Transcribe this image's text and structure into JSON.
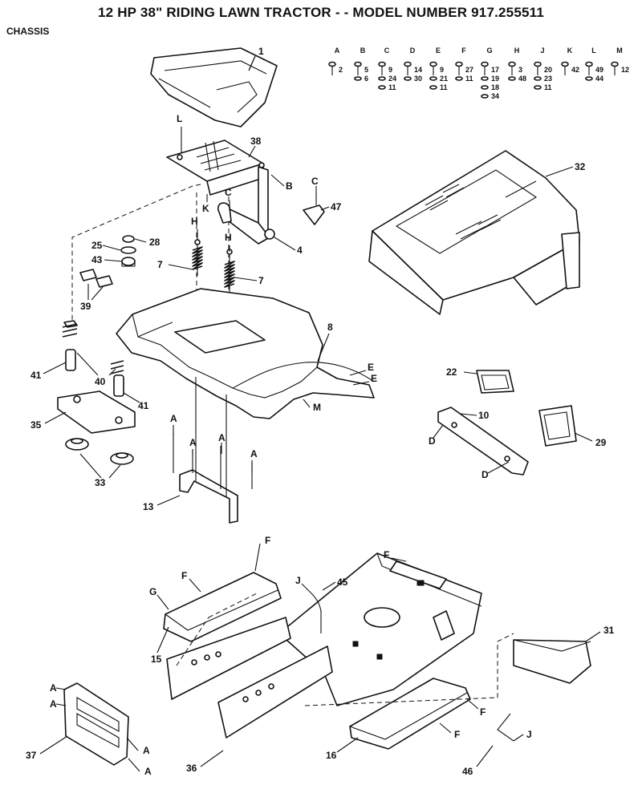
{
  "title": "12 HP 38\" RIDING LAWN TRACTOR - - MODEL NUMBER 917.255511",
  "subtitle": "CHASSIS",
  "hardware": [
    {
      "letter": "A",
      "parts": [
        "2"
      ]
    },
    {
      "letter": "B",
      "parts": [
        "5",
        "6"
      ]
    },
    {
      "letter": "C",
      "parts": [
        "9",
        "24",
        "11"
      ]
    },
    {
      "letter": "D",
      "parts": [
        "14",
        "30"
      ]
    },
    {
      "letter": "E",
      "parts": [
        "9",
        "21",
        "11"
      ]
    },
    {
      "letter": "F",
      "parts": [
        "27",
        "11"
      ]
    },
    {
      "letter": "G",
      "parts": [
        "17",
        "19",
        "18",
        "34"
      ]
    },
    {
      "letter": "H",
      "parts": [
        "3",
        "48"
      ]
    },
    {
      "letter": "J",
      "parts": [
        "20",
        "23",
        "11"
      ]
    },
    {
      "letter": "K",
      "parts": [
        "42"
      ]
    },
    {
      "letter": "L",
      "parts": [
        "49",
        "44"
      ]
    },
    {
      "letter": "M",
      "parts": [
        "12"
      ]
    }
  ],
  "callouts": [
    "1",
    "38",
    "B",
    "C",
    "47",
    "L",
    "K",
    "32",
    "C",
    "H",
    "H",
    "28",
    "25",
    "4",
    "43",
    "7",
    "7",
    "39",
    "8",
    "E",
    "E",
    "41",
    "40",
    "41",
    "22",
    "10",
    "35",
    "M",
    "D",
    "29",
    "D",
    "33",
    "A",
    "A",
    "A",
    "A",
    "13",
    "F",
    "F",
    "G",
    "F",
    "J",
    "45",
    "15",
    "31",
    "A",
    "A",
    "16",
    "F",
    "J",
    "F",
    "37",
    "A",
    "A",
    "36",
    "46"
  ]
}
